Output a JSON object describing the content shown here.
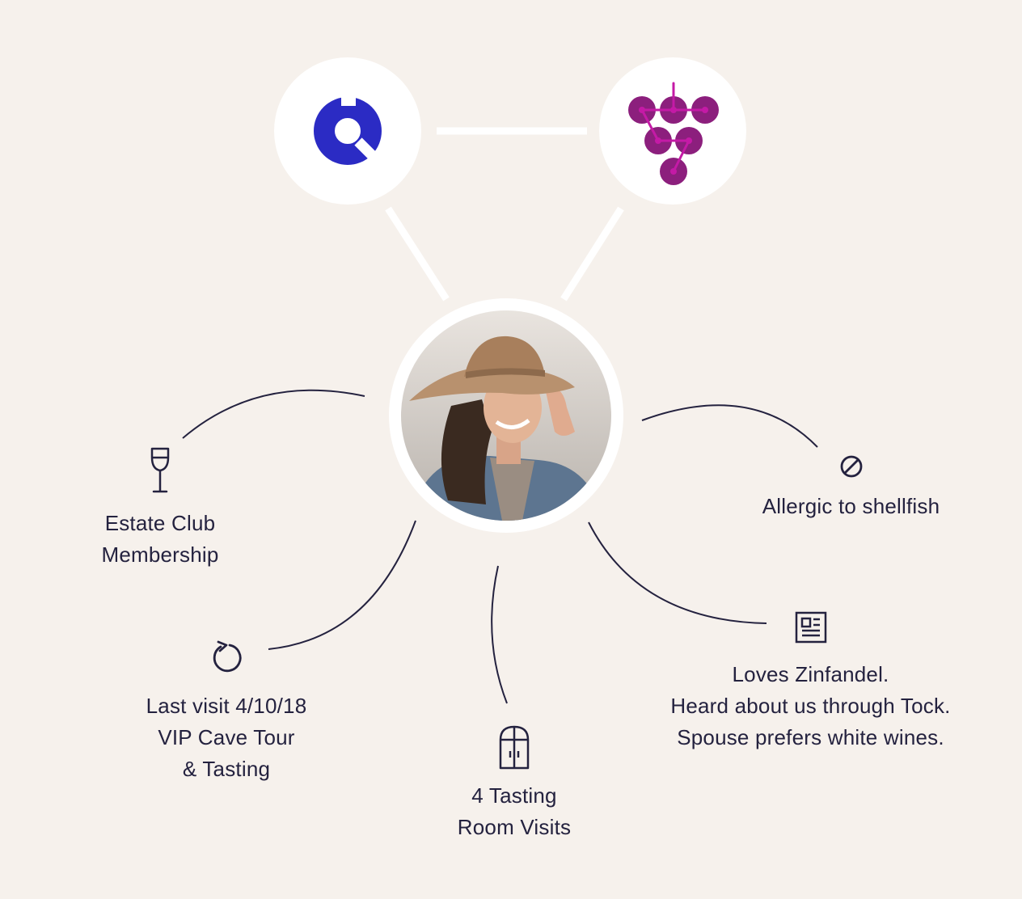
{
  "colors": {
    "background": "#f6f1ec",
    "text": "#24223f",
    "tock_blue": "#2b2bc4",
    "grape_purple": "#8c1f7d",
    "grape_stem": "#c41aa6",
    "connector": "#24223f",
    "hub_link": "#ffffff"
  },
  "logos": {
    "left_icon": "tock-logo-icon",
    "right_icon": "grape-cluster-icon"
  },
  "avatar": {
    "icon": "guest-photo-avatar"
  },
  "nodes": {
    "membership": {
      "icon": "wine-glass-icon",
      "label": "Estate Club\nMembership"
    },
    "allergy": {
      "icon": "prohibited-icon",
      "label": "Allergic to shellfish"
    },
    "last_visit": {
      "icon": "history-icon",
      "label": "Last visit 4/10/18\nVIP Cave Tour\n& Tasting"
    },
    "tasting": {
      "icon": "door-icon",
      "label": "4 Tasting\nRoom Visits"
    },
    "notes": {
      "icon": "notes-icon",
      "label": "Loves Zinfandel.\nHeard about us through Tock.\nSpouse prefers white wines."
    }
  }
}
